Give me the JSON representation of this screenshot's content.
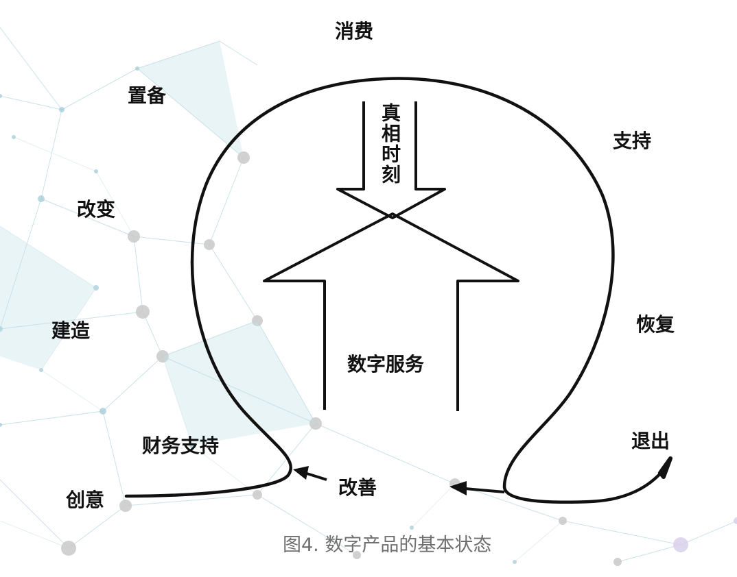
{
  "labels": {
    "consume": "消费",
    "provision": "置备",
    "support": "支持",
    "change": "改变",
    "build": "建造",
    "recover": "恢复",
    "finance": "财务支持",
    "exit": "退出",
    "idea": "创意",
    "improve": "改善",
    "truth": "真相时刻",
    "service": "数字服务"
  },
  "caption": "图4. 数字产品的基本状态",
  "colors": {
    "ink": "#111111",
    "caption": "#6f6f6f",
    "network": "#7fb7c7"
  }
}
